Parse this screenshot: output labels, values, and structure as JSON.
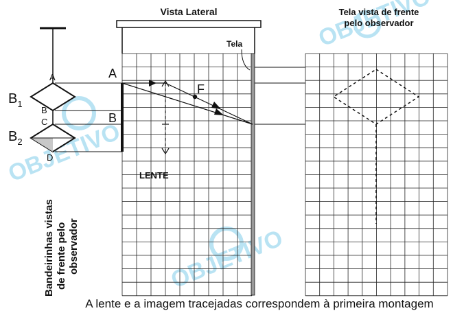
{
  "title_lateral": "Vista Lateral",
  "title_front": "Tela vista de frente pelo observador",
  "title_front_lines": [
    "Tela vista de frente",
    "pelo observador"
  ],
  "tela_label": "Tela",
  "lens_label": "LENTE",
  "focus_label": "F",
  "point_A_lateral": "A",
  "point_B_lateral": "B",
  "flag1_label_base": "B",
  "flag1_label_sub": "1",
  "flag2_label_base": "B",
  "flag2_label_sub": "2",
  "flag_A": "A",
  "flag_B": "B",
  "flag_C": "C",
  "flag_D": "D",
  "side_text_lines": [
    "Bandeirinhas vistas",
    "de frente pelo",
    "observador"
  ],
  "caption": "A lente e a imagem tracejadas correspondem à primeira montagem",
  "watermark": "OBJETIVO",
  "colors": {
    "watermark": "#b9e3f3",
    "screen_fill": "#9a9a9a",
    "flag2_shade": "#c8c8c8",
    "grid_line": "#222222"
  }
}
